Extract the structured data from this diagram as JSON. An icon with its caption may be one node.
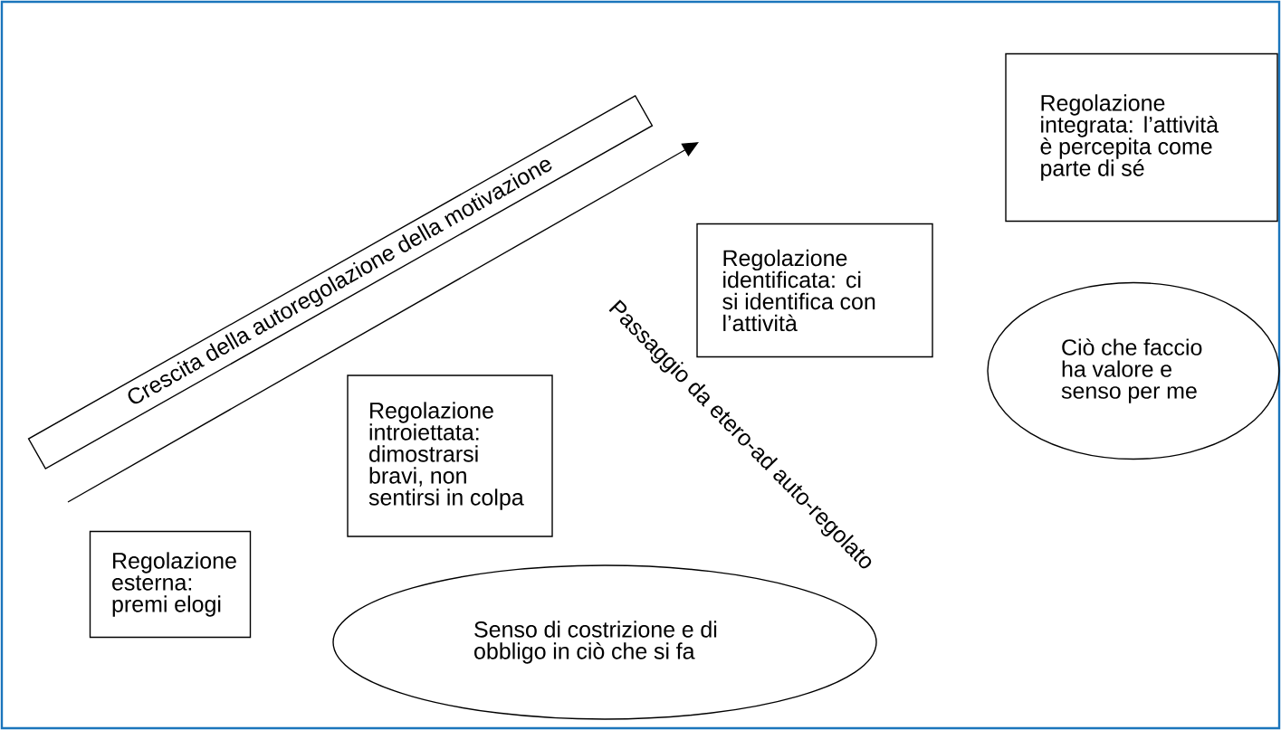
{
  "diagram": {
    "nodes": [
      {
        "text": [
          "Regolazione esterna: premi elogi"
        ]
      },
      {
        "text": [
          "Regolazione introiettata: dimostrarsi bravi, non sentirsi in colpa"
        ]
      },
      {
        "text": [
          "Regolazione identificata: ci si identifica con l’attività"
        ]
      },
      {
        "text": [
          "Regolazione integrata: l’attività è percepita come parte di sé"
        ]
      },
      {
        "text": [
          "Senso di costrizione e di obbligo in ciò che si fa"
        ]
      },
      {
        "text": [
          "Ciò che faccio ha valore e senso per me"
        ]
      },
      {
        "text": [
          "Crescita della autoregolazione della motivazione"
        ]
      }
    ],
    "labels": [
      "Passaggio da etero-ad auto-regolato"
    ]
  }
}
